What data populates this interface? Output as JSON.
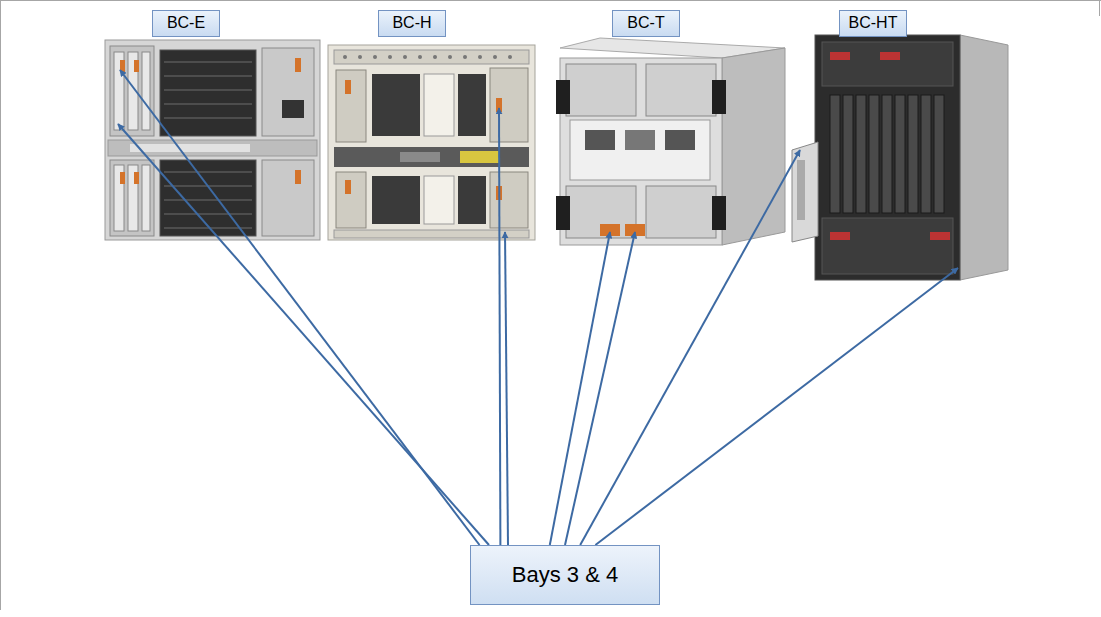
{
  "diagram": {
    "nodes": [
      {
        "text": [
          "BC-E"
        ]
      },
      {
        "text": [
          "BC-H"
        ]
      },
      {
        "text": [
          "BC-T"
        ]
      },
      {
        "text": [
          "BC-HT"
        ]
      },
      {
        "text": [
          "Bays 3 & 4"
        ]
      }
    ],
    "edges": [
      {
        "from": 4,
        "to": 0,
        "arrow": "to"
      },
      {
        "from": 4,
        "to": 0,
        "arrow": "to"
      },
      {
        "from": 4,
        "to": 1,
        "arrow": "to"
      },
      {
        "from": 4,
        "to": 1,
        "arrow": "to"
      },
      {
        "from": 4,
        "to": 2,
        "arrow": "to"
      },
      {
        "from": 4,
        "to": 2,
        "arrow": "to"
      },
      {
        "from": 4,
        "to": 3,
        "arrow": "to"
      },
      {
        "from": 4,
        "to": 3,
        "arrow": "to"
      }
    ]
  }
}
